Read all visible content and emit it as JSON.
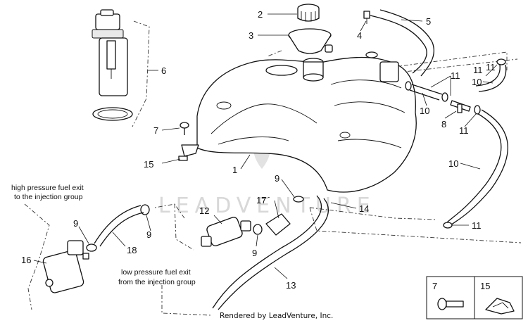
{
  "callouts": {
    "c1": "1",
    "c2": "2",
    "c3": "3",
    "c4": "4",
    "c5": "5",
    "c6": "6",
    "c7": "7",
    "c8": "8",
    "c9a": "9",
    "c9b": "9",
    "c9c": "9",
    "c9d": "9",
    "c10a": "10",
    "c10b": "10",
    "c10c": "10",
    "c11a": "11",
    "c11b": "11",
    "c11c": "11",
    "c11d": "11",
    "c11e": "11",
    "c12": "12",
    "c13": "13",
    "c14": "14",
    "c15": "15",
    "c16": "16",
    "c17": "17",
    "c18": "18"
  },
  "notes": {
    "high_pressure_line1": "high pressure fuel exit",
    "high_pressure_line2": "to the injection group",
    "low_pressure_line1": "low pressure fuel exit",
    "low_pressure_line2": "from the injection group"
  },
  "inset": {
    "left_label": "7",
    "right_label": "15"
  },
  "watermark": "LEADVENTURE",
  "credit": "Rendered by LeadVenture, Inc."
}
